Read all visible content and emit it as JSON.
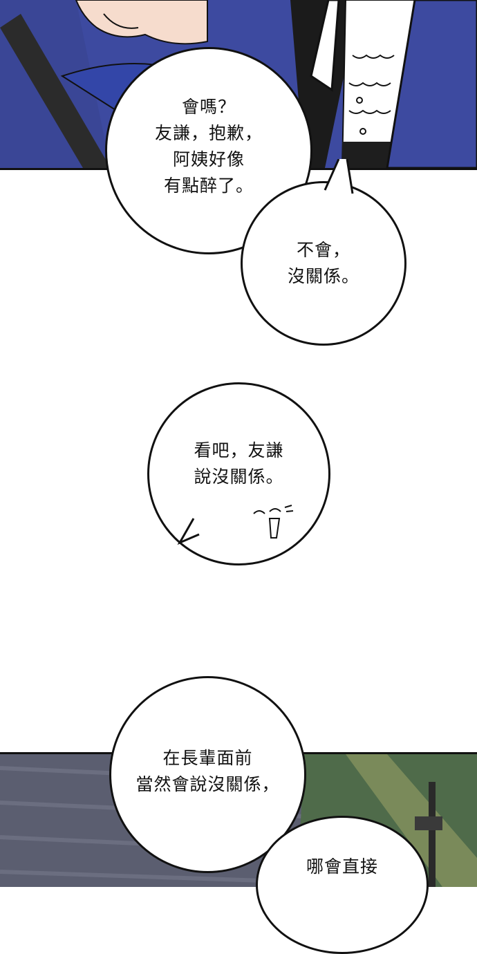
{
  "comic": {
    "bubbles": [
      {
        "speaker": "aunt",
        "text": "會嗎？\n友謙，抱歉，\n阿姨好像\n有點醉了。"
      },
      {
        "speaker": "boy",
        "text": "不會，\n沒關係。"
      },
      {
        "speaker": "aunt",
        "text": "看吧，友謙\n說沒關係。"
      },
      {
        "speaker": "narration",
        "text": "在長輩面前\n當然會說沒關係，"
      },
      {
        "speaker": "narration",
        "text": "哪會直接"
      }
    ]
  },
  "colors": {
    "jacket_blue": "#3d4aa0",
    "dusk_gray": "#5b5e70",
    "park_green": "#4f6b4a",
    "ink": "#111111",
    "skin": "#f6dccd",
    "shirt": "#ffffff"
  }
}
